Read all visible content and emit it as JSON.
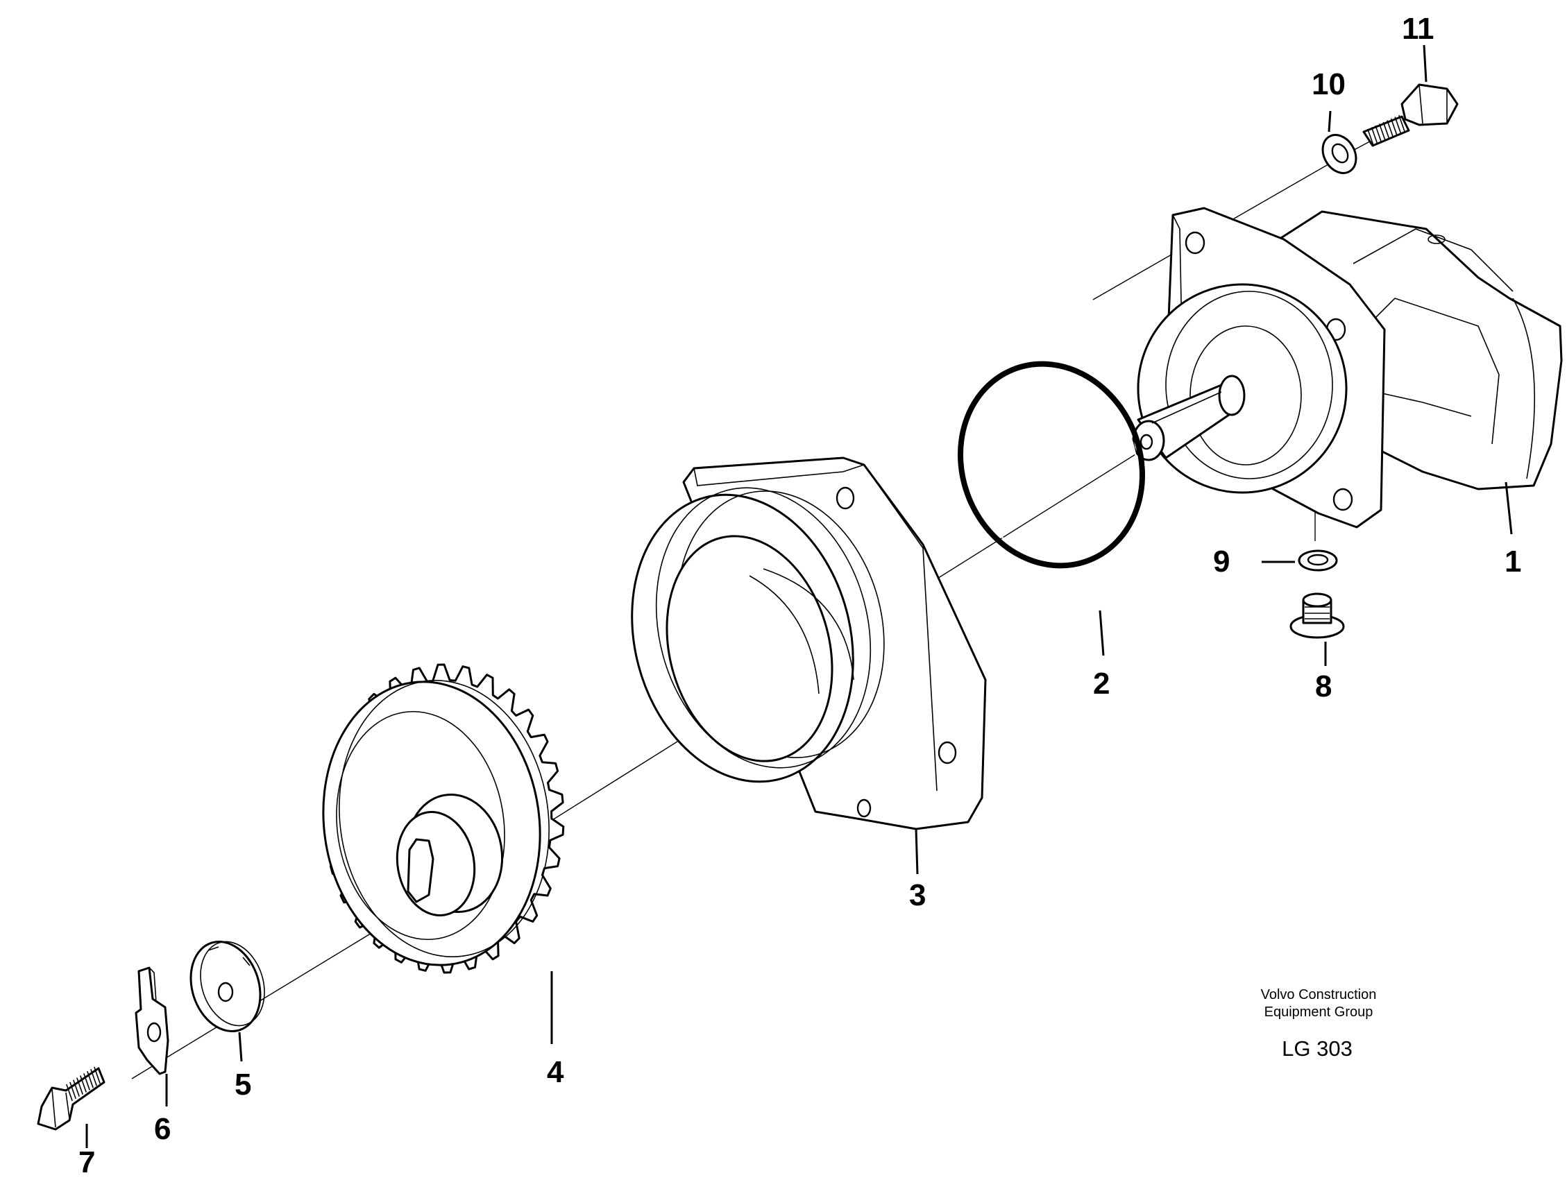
{
  "callouts": {
    "c1": "1",
    "c2": "2",
    "c3": "3",
    "c4": "4",
    "c5": "5",
    "c6": "6",
    "c7": "7",
    "c8": "8",
    "c9": "9",
    "c10": "10",
    "c11": "11"
  },
  "credit": {
    "line1": "Volvo Construction",
    "line2": "Equipment Group",
    "code": "LG 303"
  }
}
